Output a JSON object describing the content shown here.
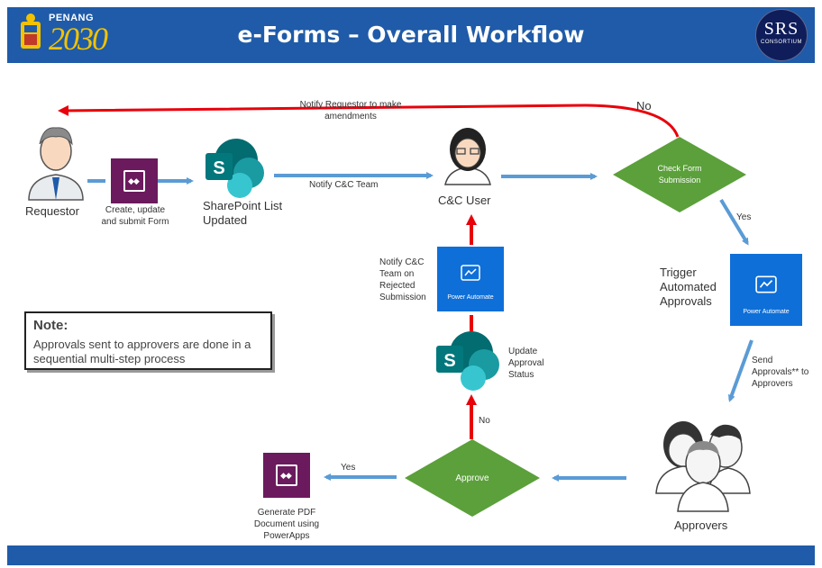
{
  "header": {
    "title": "e-Forms – Overall Workflow",
    "left_logo": {
      "top_text": "PENANG",
      "year": "2030"
    },
    "right_logo": {
      "big": "SRS",
      "small": "CONSORTIUM"
    }
  },
  "nodes": {
    "requestor": "Requestor",
    "create_form": "Create, update and submit Form",
    "sharepoint_list": "SharePoint List Updated",
    "cc_user": "C&C User",
    "check_form": "Check Form Submission",
    "trigger": "Trigger Automated Approvals",
    "power_automate_tile": "Power Automate",
    "approvers": "Approvers",
    "approve": "Approve",
    "update_status": "Update Approval Status",
    "notify_rejected": "Notify C&C Team on Rejected Submission",
    "generate_pdf": "Generate PDF Document using PowerApps"
  },
  "edges": {
    "notify_cc_team": "Notify C&C Team",
    "notify_requestor": "Notify Requestor to make amendments",
    "no_top": "No",
    "yes_check": "Yes",
    "send_approvals": "Send Approvals** to Approvers",
    "no_approve": "No",
    "yes_approve": "Yes"
  },
  "note": {
    "title": "Note:",
    "text": "Approvals sent to approvers are done in a sequential multi-step process"
  },
  "colors": {
    "header": "#1f5ba8",
    "diamond": "#5ba03a",
    "blue_arrow": "#5b9bd5",
    "red_arrow": "#e8000b",
    "powerapps": "#6b1a5d",
    "power_automate": "#0f6fd8",
    "sharepoint": "#0a7c7a"
  },
  "icons": [
    "user-icon",
    "powerapps-icon",
    "sharepoint-icon",
    "power-automate-icon",
    "group-icon"
  ]
}
